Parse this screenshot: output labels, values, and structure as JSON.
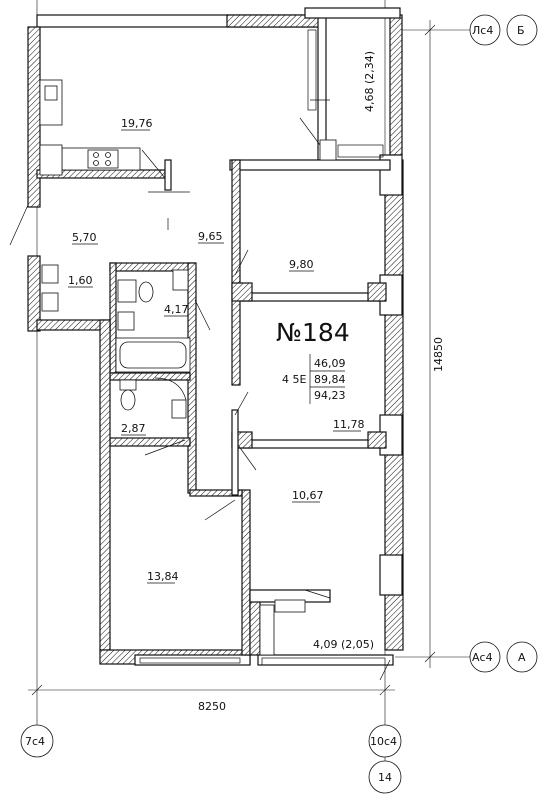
{
  "apartment": {
    "number": "№184",
    "rooms_code": "4 5Е",
    "area_living": "46,09",
    "area_total": "89,84",
    "area_with_balcony": "94,23"
  },
  "rooms": {
    "kitchen": "19,76",
    "hall": "5,70",
    "corridor": "9,65",
    "wardrobe": "1,60",
    "bath": "4,17",
    "wc": "2,87",
    "bedroom_top": "9,80",
    "bedroom_mid": "11,78",
    "bedroom_low": "10,67",
    "bedroom_left": "13,84",
    "loggia_top": "4,68 (2,34)",
    "loggia_bottom": "4,09 (2,05)"
  },
  "dimensions": {
    "width": "8250",
    "height": "14850"
  },
  "axes": {
    "top_right_left": "Лс4",
    "top_right_right": "Б",
    "bottom_right_left": "Ас4",
    "bottom_right_right": "А",
    "bottom_left": "7с4",
    "bottom_mid": "10с4",
    "bottom_mid_sub": "14"
  }
}
